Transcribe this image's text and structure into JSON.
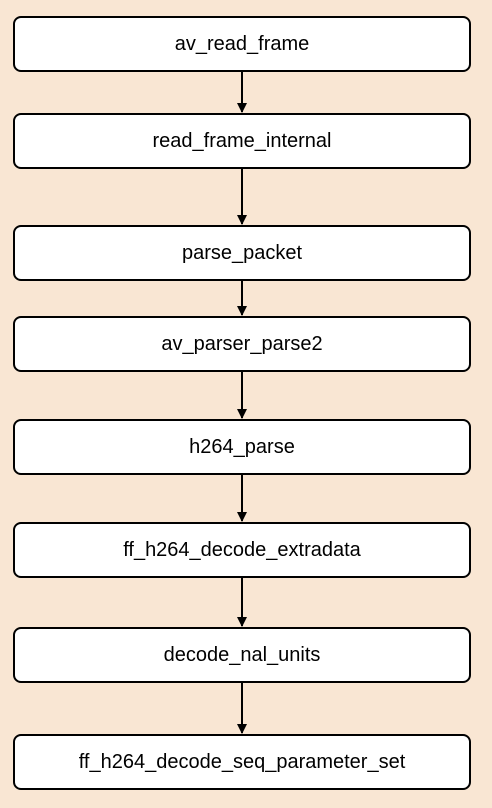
{
  "colors": {
    "background": "#f9e6d3",
    "node_fill": "#ffffff",
    "node_stroke": "#000000",
    "arrow": "#000000"
  },
  "nodes": [
    {
      "label": "av_read_frame"
    },
    {
      "label": "read_frame_internal"
    },
    {
      "label": "parse_packet"
    },
    {
      "label": "av_parser_parse2"
    },
    {
      "label": "h264_parse"
    },
    {
      "label": "ff_h264_decode_extradata"
    },
    {
      "label": "decode_nal_units"
    },
    {
      "label": "ff_h264_decode_seq_parameter_set"
    }
  ],
  "edges": [
    {
      "from": 0,
      "to": 1
    },
    {
      "from": 1,
      "to": 2
    },
    {
      "from": 2,
      "to": 3
    },
    {
      "from": 3,
      "to": 4
    },
    {
      "from": 4,
      "to": 5
    },
    {
      "from": 5,
      "to": 6
    },
    {
      "from": 6,
      "to": 7
    }
  ]
}
